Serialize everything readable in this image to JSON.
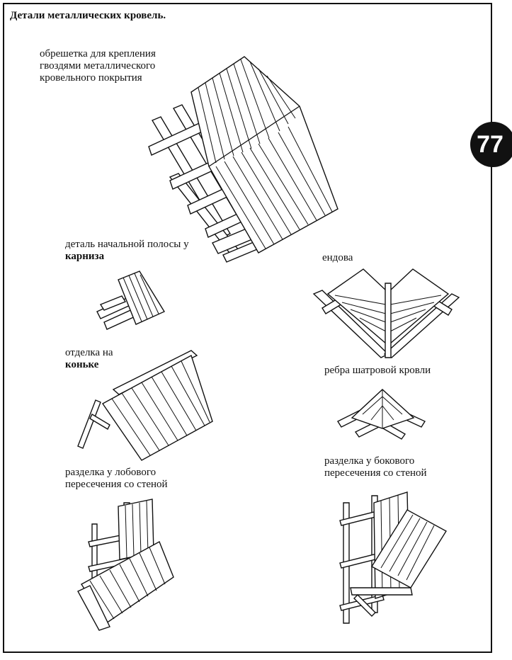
{
  "page": {
    "title": "Детали металлических кровель.",
    "page_number": "77"
  },
  "captions": {
    "lathing": "обрешетка для крепления\nгвоздями металлического\nкровельного покрытия",
    "starter_strip_1": "деталь начальной полосы у",
    "starter_strip_2": "карниза",
    "valley": "ендова",
    "ridge_1": "отделка на",
    "ridge_2": "коньке",
    "hip_ribs": "ребра шатровой кровли",
    "front_wall": "разделка у лобового\nпересечения со стеной",
    "side_wall": "разделка у бокового\nпересечения со стеной"
  }
}
